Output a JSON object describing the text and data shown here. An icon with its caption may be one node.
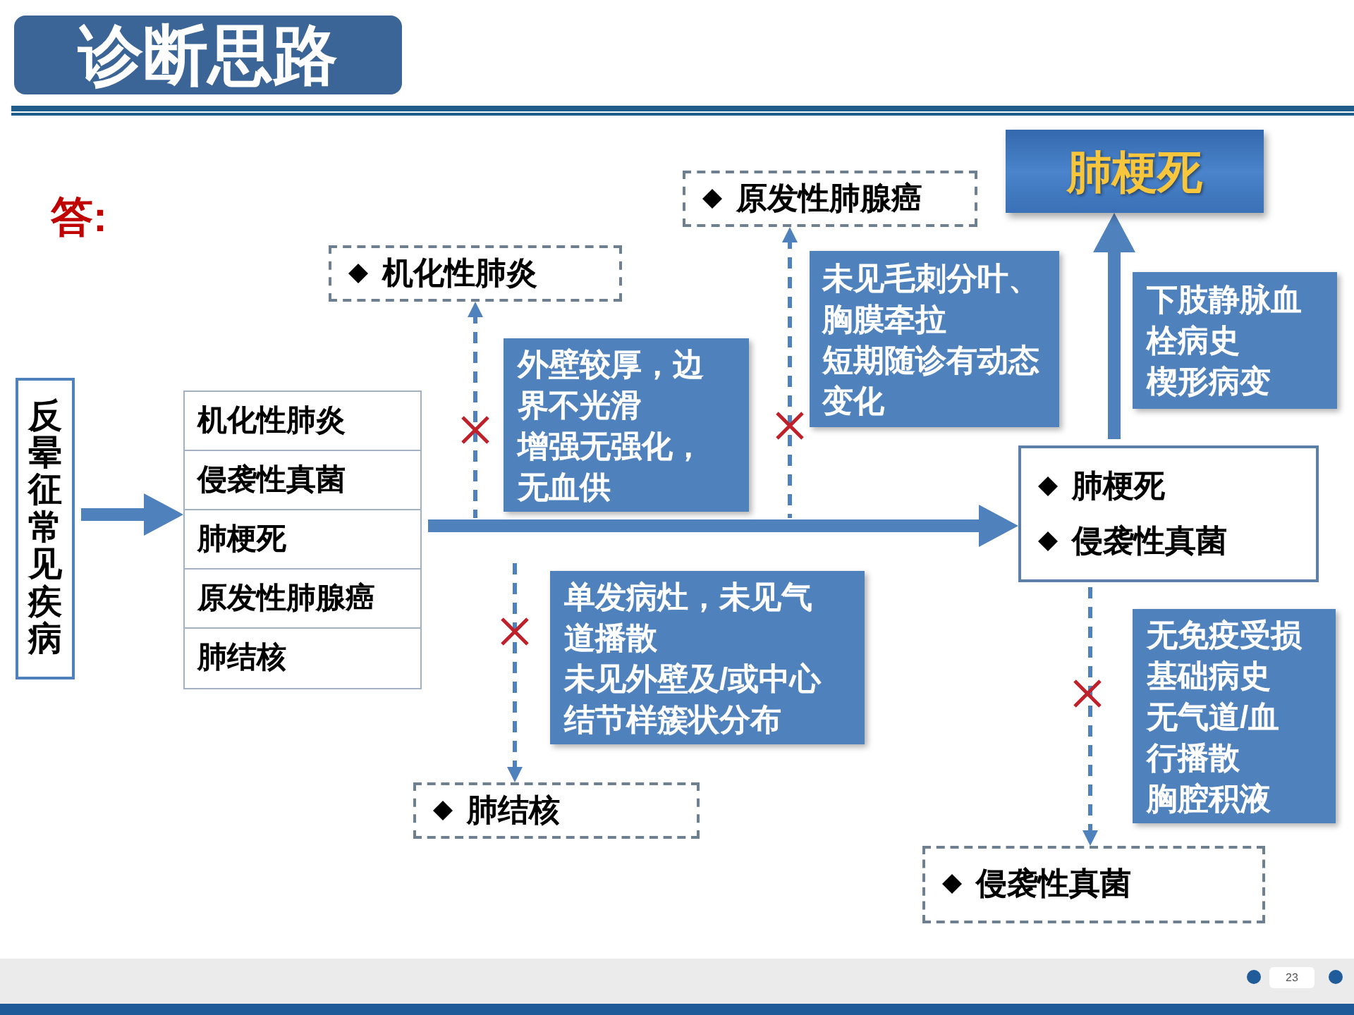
{
  "diagram": {
    "title": "诊断思路",
    "nodes": [
      {
        "text": [
          "反晕征常见疾病"
        ]
      },
      {
        "text": [
          "机化性肺炎",
          "侵袭性真菌",
          "肺梗死",
          "原发性肺腺癌",
          "肺结核"
        ]
      },
      {
        "text": [
          "机化性肺炎"
        ]
      },
      {
        "text": [
          "外壁较厚，边界不光滑",
          "增强无强化，无血供"
        ]
      },
      {
        "text": [
          "原发性肺腺癌"
        ]
      },
      {
        "text": [
          "未见毛刺分叶、胸膜牵拉",
          "短期随诊有动态变化"
        ]
      },
      {
        "text": [
          "肺梗死"
        ]
      },
      {
        "text": [
          "下肢静脉血栓病史",
          "楔形病变"
        ]
      },
      {
        "text": [
          "肺梗死",
          "侵袭性真菌"
        ]
      },
      {
        "text": [
          "单发病灶，未见气道播散",
          "未见外壁及/或中心结节样簇状分布"
        ]
      },
      {
        "text": [
          "肺结核"
        ]
      },
      {
        "text": [
          "无免疫受损基础病史",
          "无气道/血行播散",
          "胸腔积液"
        ]
      },
      {
        "text": [
          "侵袭性真菌"
        ]
      }
    ],
    "edges": [
      {
        "from": 0,
        "to": 1,
        "arrow": "to",
        "style": "thick"
      },
      {
        "from": 1,
        "to": 8,
        "arrow": "to",
        "style": "thick"
      },
      {
        "from": null,
        "to": 2,
        "arrow": "to",
        "style": "dashed"
      },
      {
        "from": null,
        "to": 4,
        "arrow": "to",
        "style": "dashed"
      },
      {
        "from": 8,
        "to": 6,
        "arrow": "to",
        "style": "thick"
      },
      {
        "from": null,
        "to": 10,
        "arrow": "to",
        "style": "dashed"
      },
      {
        "from": 8,
        "to": 12,
        "arrow": "to",
        "style": "dashed"
      }
    ],
    "labels": [
      "答:",
      "23"
    ]
  }
}
